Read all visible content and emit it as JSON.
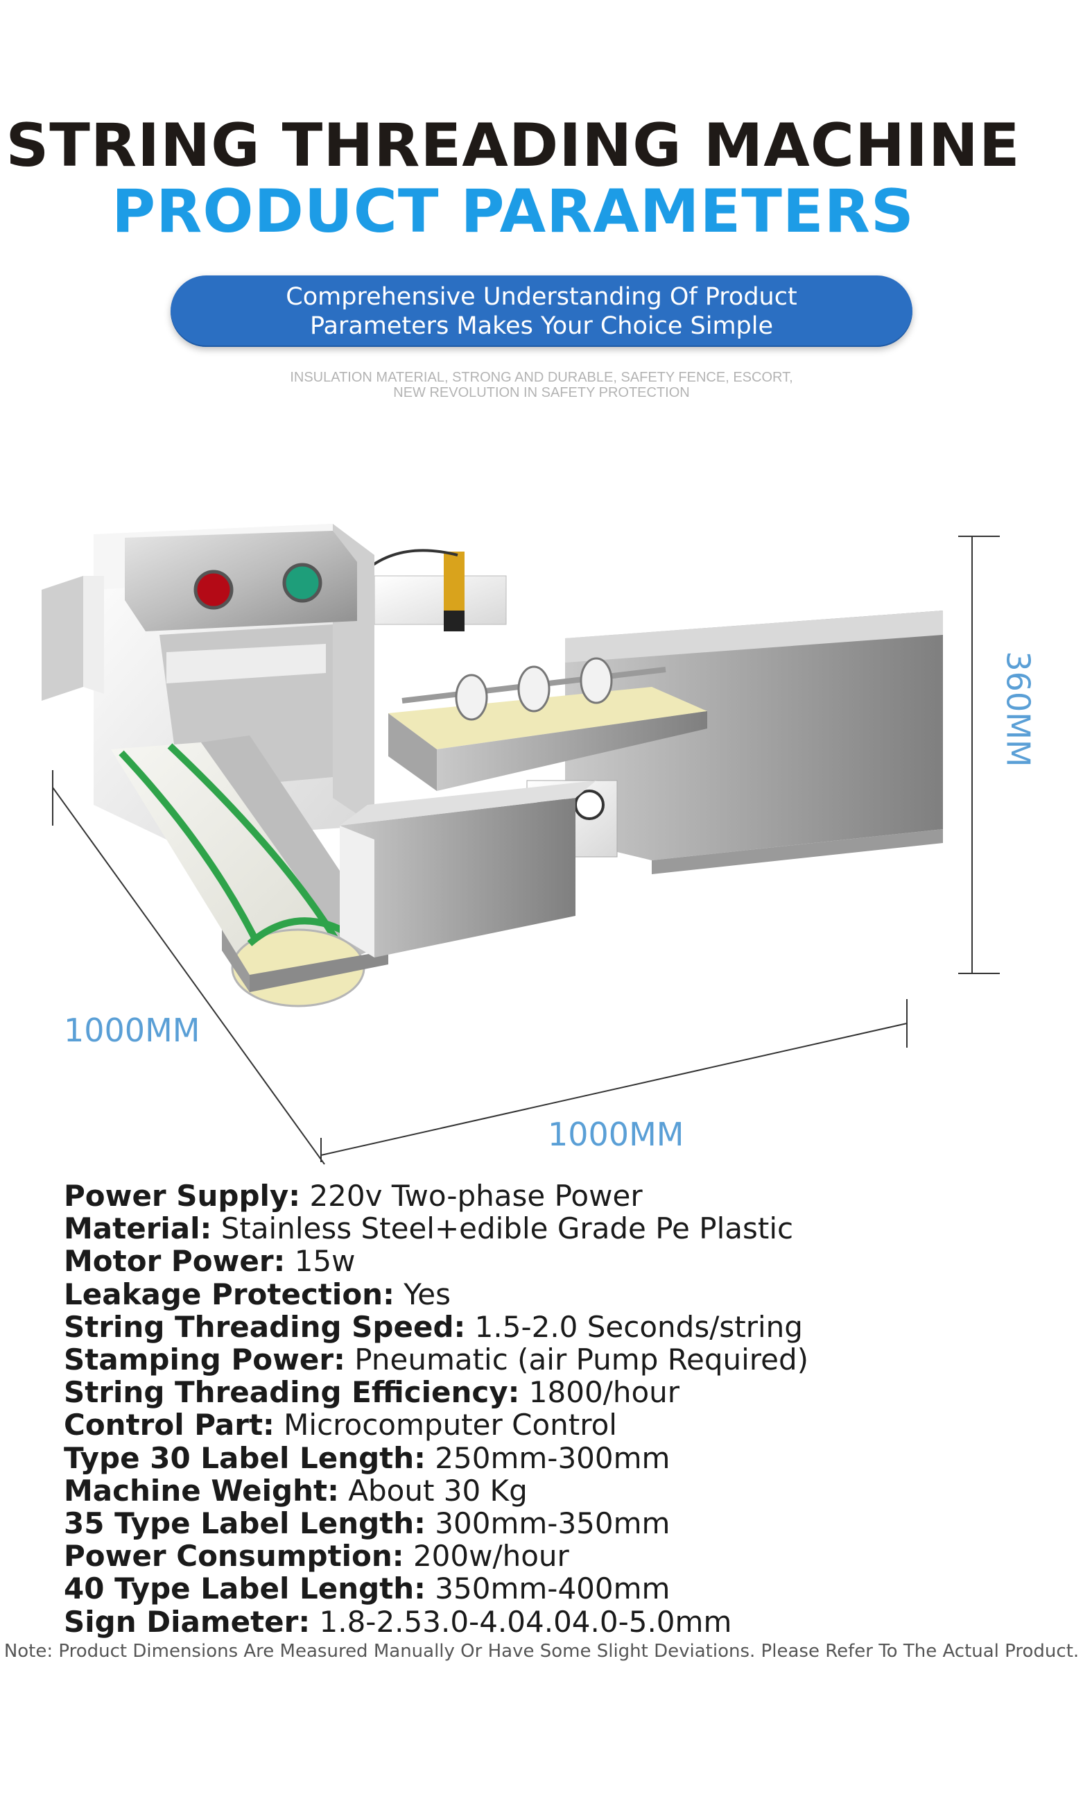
{
  "header": {
    "title_line1": "STRING THREADING MACHINE",
    "title_line2": "PRODUCT PARAMETERS"
  },
  "banner": {
    "line1": "Comprehensive Understanding Of Product",
    "line2": "Parameters Makes Your Choice Simple"
  },
  "subtitle": {
    "line1": "INSULATION MATERIAL, STRONG AND DURABLE, SAFETY FENCE, ESCORT,",
    "line2": "NEW REVOLUTION IN SAFETY PROTECTION"
  },
  "dimensions": {
    "depth": "1000MM",
    "width": "1000MM",
    "height": "360MM"
  },
  "specs": [
    {
      "label": "Power Supply:",
      "value": " 220v Two-phase Power"
    },
    {
      "label": "Material:",
      "value": " Stainless Steel+edible Grade Pe Plastic"
    },
    {
      "label": "Motor Power:",
      "value": " 15w"
    },
    {
      "label": "Leakage Protection:",
      "value": " Yes"
    },
    {
      "label": "String Threading Speed:",
      "value": " 1.5-2.0 Seconds/string"
    },
    {
      "label": "Stamping Power:",
      "value": " Pneumatic (air Pump Required)"
    },
    {
      "label": "String Threading Efficiency:",
      "value": " 1800/hour"
    },
    {
      "label": "Control Part:",
      "value": " Microcomputer Control"
    },
    {
      "label": "Type 30 Label Length:",
      "value": " 250mm-300mm"
    },
    {
      "label": "Machine Weight:",
      "value": " About 30 Kg"
    },
    {
      "label": "35 Type Label Length:",
      "value": " 300mm-350mm"
    },
    {
      "label": "Power Consumption:",
      "value": " 200w/hour"
    },
    {
      "label": "40 Type Label Length:",
      "value": " 350mm-400mm"
    },
    {
      "label": "Sign Diameter:",
      "value": " 1.8-2.53.0-4.04.04.0-5.0mm"
    }
  ],
  "footnote": "Note: Product Dimensions Are Measured Manually Or Have Some Slight Deviations. Please Refer To The Actual Product.",
  "colors": {
    "title_dark": "#1f1a17",
    "title_blue": "#1d9ce6",
    "banner_blue": "#2b6fc2",
    "dimension_blue": "#5a9fd6"
  }
}
